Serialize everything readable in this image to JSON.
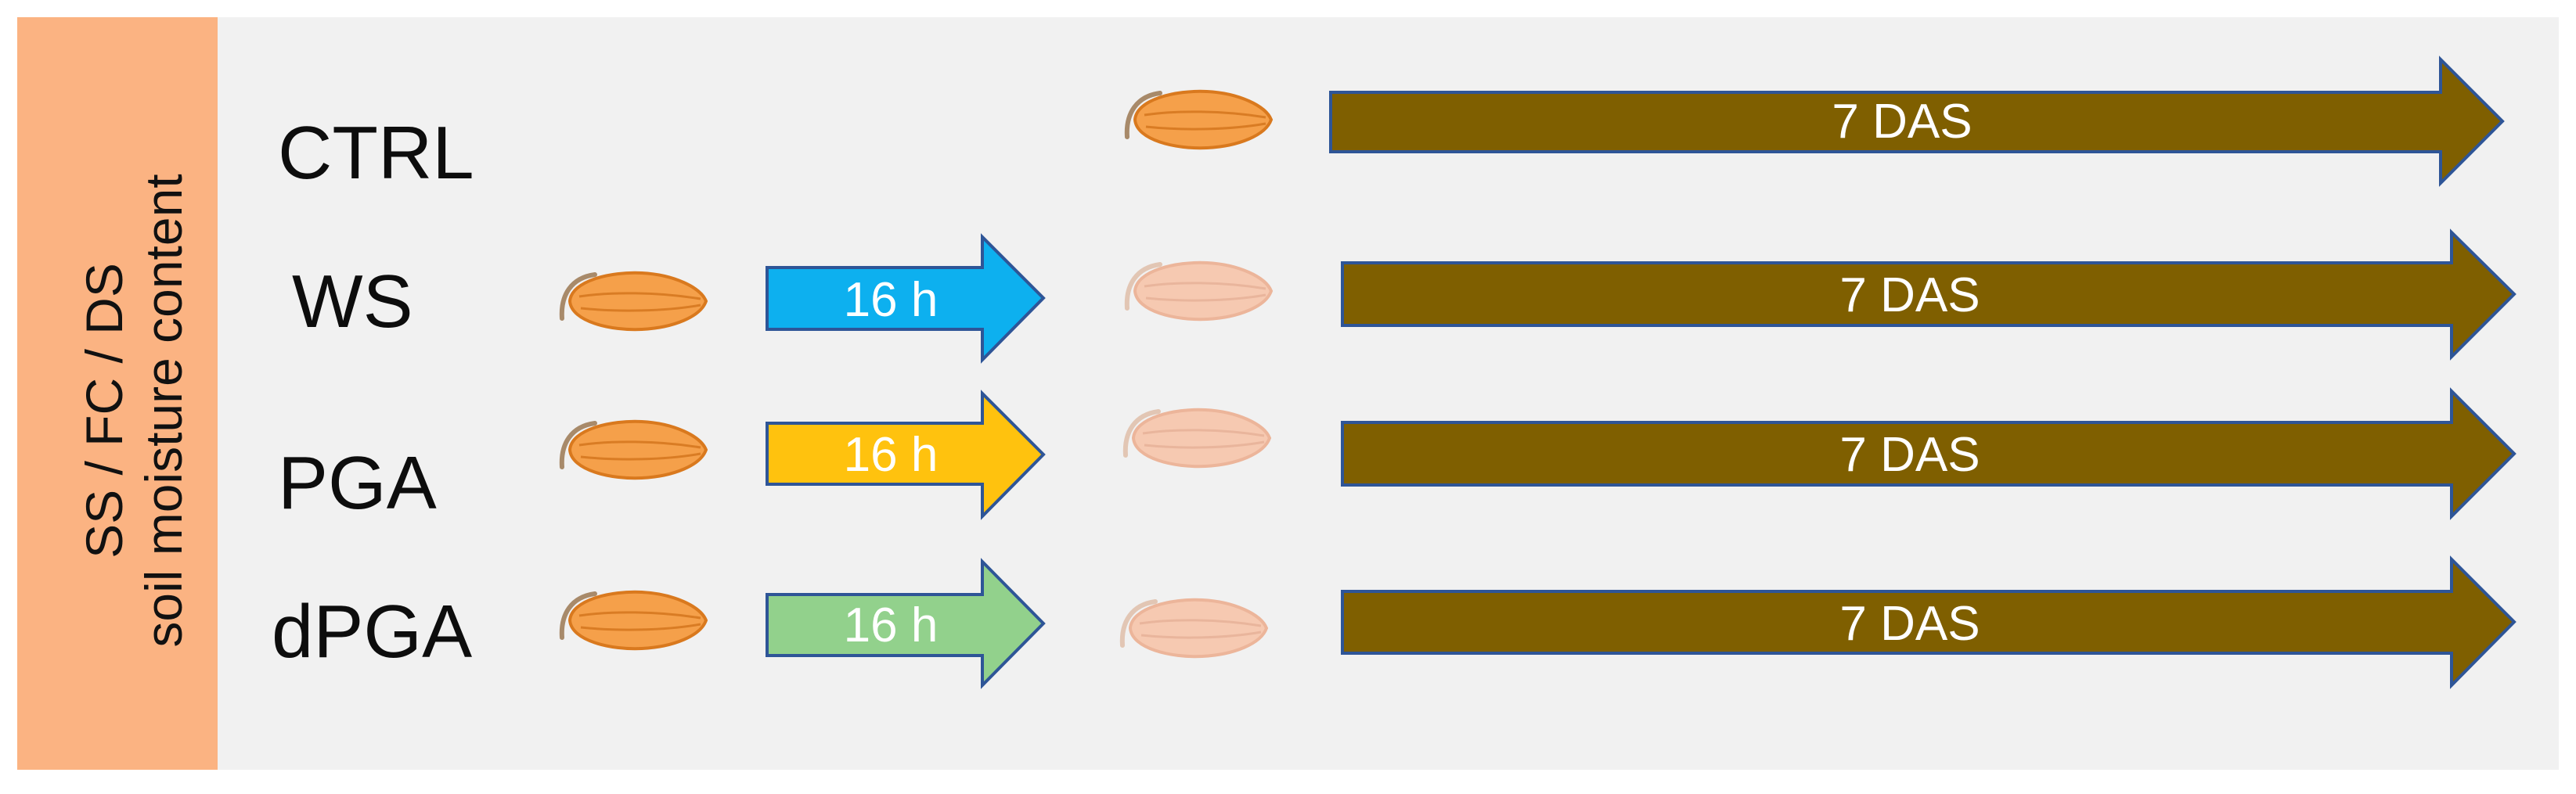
{
  "sidebar": {
    "line1": "SS / FC / DS",
    "line2": "soil moisture content"
  },
  "rows": [
    {
      "label": "CTRL",
      "long_arrow": "7 DAS"
    },
    {
      "label": "WS",
      "short_arrow": "16 h",
      "long_arrow": "7 DAS"
    },
    {
      "label": "PGA",
      "short_arrow": "16 h",
      "long_arrow": "7 DAS"
    },
    {
      "label": "dPGA",
      "short_arrow": "16 h",
      "long_arrow": "7 DAS"
    }
  ],
  "colors": {
    "sidebar": "#fbb382",
    "panel": "#f1f1f1",
    "seed_dry": "#f5a04a",
    "seed_imbibed": "#f6c9b1",
    "arrow_ws": "#0db0ef",
    "arrow_pga": "#ffc20e",
    "arrow_dpga": "#92d18c",
    "arrow_das": "#7f5f00",
    "arrow_outline": "#2e5597"
  },
  "icons": [
    "seed-icon"
  ]
}
